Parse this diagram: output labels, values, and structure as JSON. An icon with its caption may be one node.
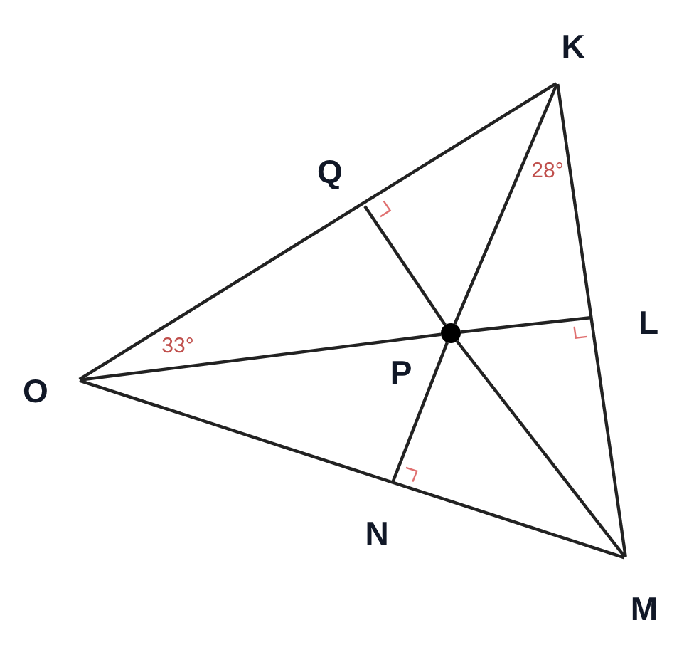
{
  "diagram": {
    "nodes": [
      {
        "text": [
          "K"
        ]
      },
      {
        "text": [
          "Q"
        ]
      },
      {
        "text": [
          "L"
        ]
      },
      {
        "text": [
          "O"
        ]
      },
      {
        "text": [
          "P"
        ]
      },
      {
        "text": [
          "N"
        ]
      },
      {
        "text": [
          "M"
        ]
      }
    ],
    "edges": [
      {
        "from": 3,
        "to": 0,
        "arrow": "none"
      },
      {
        "from": 0,
        "to": 6,
        "arrow": "none"
      },
      {
        "from": 3,
        "to": 6,
        "arrow": "none"
      },
      {
        "from": 3,
        "to": 4,
        "arrow": "none"
      },
      {
        "from": 2,
        "to": 4,
        "arrow": "none"
      },
      {
        "from": 0,
        "to": 4,
        "arrow": "none"
      },
      {
        "from": 5,
        "to": 4,
        "arrow": "none"
      },
      {
        "from": 1,
        "to": 4,
        "arrow": "none"
      },
      {
        "from": 4,
        "to": 6,
        "arrow": "none"
      }
    ],
    "labels": [
      "33°",
      "28°"
    ]
  }
}
